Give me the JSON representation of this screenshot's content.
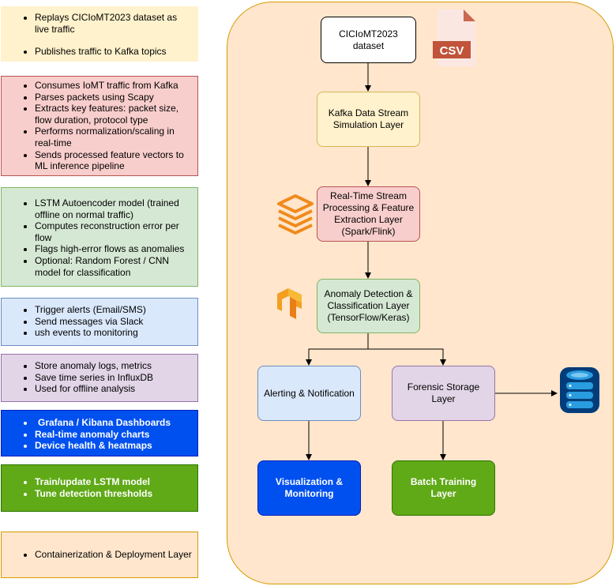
{
  "notes": {
    "replay": [
      "Replays CICIoMT2023 dataset as live traffic",
      "Publishes traffic to Kafka topics"
    ],
    "processing": [
      "Consumes IoMT traffic from Kafka",
      "Parses packets using Scapy",
      "Extracts key features: packet size, flow duration, protocol type",
      "Performs normalization/scaling in real-time",
      "Sends processed feature vectors to ML inference pipeline"
    ],
    "detection": [
      "LSTM Autoencoder model (trained offline on normal traffic)",
      "Computes reconstruction error per flow",
      "Flags high-error flows as anomalies",
      "Optional: Random Forest / CNN model for classification"
    ],
    "alerting": [
      "Trigger alerts (Email/SMS)",
      "Send messages via Slack",
      "ush events to monitoring"
    ],
    "storage": [
      "Store anomaly logs, metrics",
      "Save time series in InfluxDB",
      "Used for offline analysis"
    ],
    "dashboards": [
      "Grafana / Kibana Dashboards",
      "Real-time anomaly charts",
      "Device health & heatmaps"
    ],
    "training": [
      "Train/update LSTM model",
      "Tune detection thresholds"
    ],
    "deployment": [
      "Containerization & Deployment Layer"
    ]
  },
  "nodes": {
    "dataset": "CICIoMT2023 dataset",
    "kafka": "Kafka Data Stream Simulation Layer",
    "stream": "Real-Time Stream Processing & Feature Extraction Layer (Spark/Flink)",
    "anomaly": "Anomaly Detection & Classification Layer (TensorFlow/Keras)",
    "alerting": "Alerting & Notification",
    "forensic": "Forensic Storage Layer",
    "visualization": "Visualization & Monitoring",
    "batch": "Batch Training Layer"
  },
  "icons": {
    "csv_label": "CSV",
    "csv": "csv-file-icon",
    "spark": "stacked-layers-icon",
    "tensorflow": "tensorflow-icon",
    "database": "database-icon"
  },
  "colors": {
    "yellow_fill": "#fff2cc",
    "yellow_stroke": "#d6b656",
    "red_fill": "#f8cecc",
    "red_stroke": "#b85450",
    "green_fill": "#d5e8d4",
    "green_stroke": "#82b366",
    "blue_fill": "#dae8fc",
    "blue_stroke": "#6c8ebf",
    "purple_fill": "#e1d5e7",
    "purple_stroke": "#9673a6",
    "royal_fill": "#0050ef",
    "royal_stroke": "#001dbc",
    "lime_fill": "#60a917",
    "lime_stroke": "#2d7600",
    "orange_fill": "#ffe6cc",
    "orange_stroke": "#d79b00"
  }
}
